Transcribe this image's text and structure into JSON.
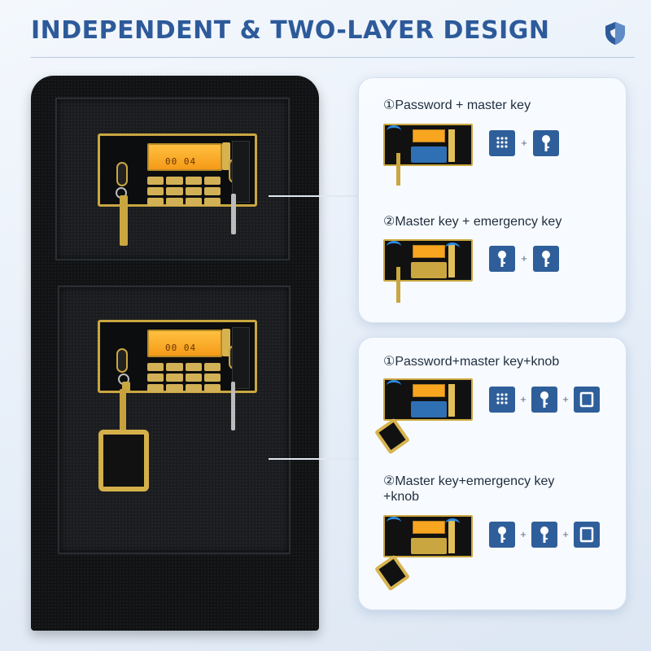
{
  "header": {
    "title": "INDEPENDENT & TWO-LAYER DESIGN",
    "badge_icon": "shield-icon"
  },
  "safe": {
    "lcd_text": "00 04",
    "doors": [
      "top-door",
      "bottom-door"
    ]
  },
  "cards": [
    {
      "options": [
        {
          "label": "①Password + master key",
          "icons": [
            "keypad-icon",
            "key-icon"
          ]
        },
        {
          "label": "②Master key + emergency key",
          "icons": [
            "key-icon",
            "key-icon"
          ]
        }
      ]
    },
    {
      "options": [
        {
          "label": "①Password+master key+knob",
          "icons": [
            "keypad-icon",
            "key-icon",
            "knob-icon"
          ]
        },
        {
          "label_line1": "②Master key+emergency key",
          "label_line2": "+knob",
          "icons": [
            "key-icon",
            "key-icon",
            "knob-icon"
          ]
        }
      ]
    }
  ],
  "plus_sign": "+",
  "colors": {
    "title": "#2d5a9a",
    "tile": "#2f5f9a",
    "gold": "#c9a640",
    "lcd": "#f8a520"
  }
}
